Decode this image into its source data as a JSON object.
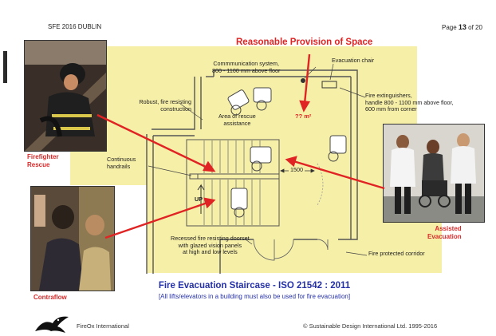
{
  "header": {
    "event": "SFE 2016 DUBLIN",
    "page_prefix": "Page ",
    "page_current": "13",
    "page_suffix": " of 20"
  },
  "title": "Reasonable Provision of Space",
  "area_value": "?? m²",
  "labels": {
    "communication": "Commmunication system,\n800 - 1100 mm above floor",
    "evacuation_chair": "Evacuation chair",
    "robust": "Robust, fire resisting\nconstruction",
    "area_of_rescue": "Area of rescue\nassistance",
    "extinguishers": "Fire extinguishers,\nhandle 800 - 1100 mm above floor,\n600 mm from corner",
    "continuous": "Continuous\nhandrails",
    "dimension": "1500",
    "up": "UP",
    "doorset": "Recessed fire resisting doorset\nwith glazed vision panels\nat high and low levels",
    "corridor": "Fire protected corridor"
  },
  "captions": {
    "firefighter": "Firefighter\nRescue",
    "contraflow": "Contraflow",
    "assisted": "Assisted\nEvacuation"
  },
  "main_title": "Fire Evacuation Staircase - ISO 21542 : 2011",
  "subtitle": "[All lifts/elevators in a building must also be used for fire evacuation]",
  "footer": {
    "org": "FireOx International",
    "copyright": "© Sustainable Design International Ltd. 1995-2016"
  },
  "colors": {
    "highlight": "#f6efa8",
    "red": "#e02323",
    "blue": "#2430a8"
  },
  "icons": [
    "eagle-logo-icon"
  ]
}
